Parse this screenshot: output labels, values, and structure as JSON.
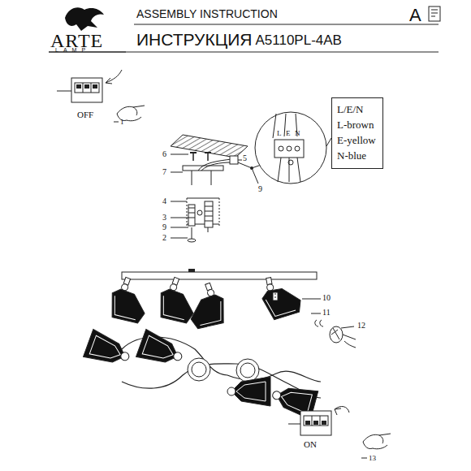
{
  "diagram": {
    "nodes": [
      {
        "text": [
          "L/E/N",
          "L-brown",
          "E-yellow",
          "N-blue"
        ]
      }
    ],
    "labels": [
      "ARTE",
      "LAMP",
      "ASSEMBLY INSTRUCTION",
      "ИНСТРУКЦИЯ",
      "A5110PL-4AB",
      "A",
      "OFF",
      "1",
      "L",
      "E",
      "N",
      "6",
      "5",
      "7",
      "9",
      "4",
      "3",
      "9",
      "2",
      "10",
      "11",
      "12",
      "ON",
      "13"
    ]
  }
}
